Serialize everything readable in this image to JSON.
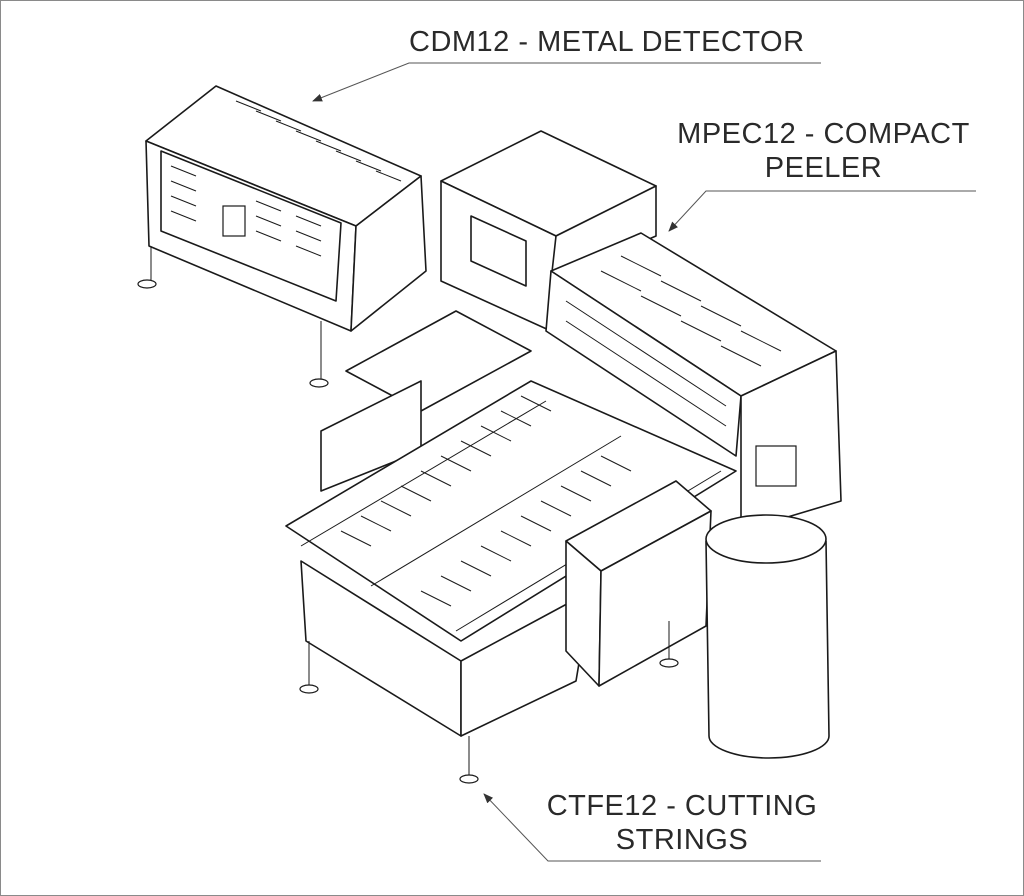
{
  "labels": {
    "metal_detector": "CDM12 - METAL DETECTOR",
    "peeler_line1": "MPEC12 - COMPACT",
    "peeler_line2": "PEELER",
    "cutting_line1": "CTFE12 - CUTTING",
    "cutting_line2": "STRINGS"
  }
}
